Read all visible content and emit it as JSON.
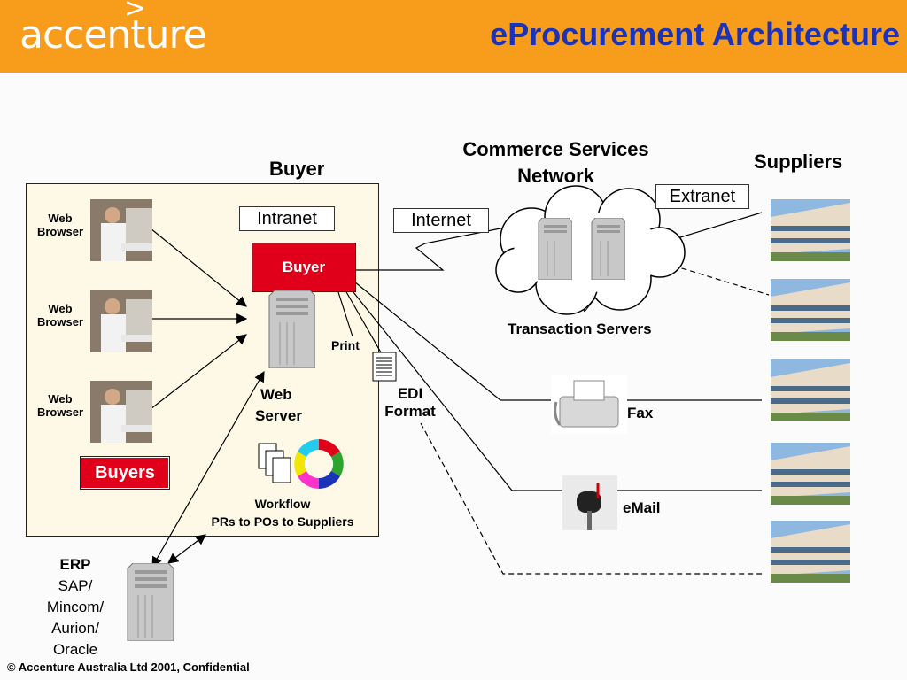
{
  "header": {
    "logo_text": "accenture",
    "logo_mark": ">",
    "title": "eProcurement Architecture"
  },
  "labels": {
    "buyer_heading": "Buyer",
    "csn_heading_line1": "Commerce Services",
    "csn_heading_line2": "Network",
    "suppliers_heading": "Suppliers",
    "intranet": "Intranet",
    "internet": "Internet",
    "extranet": "Extranet",
    "buyer_box": "Buyer",
    "buyers_box": "Buyers",
    "web_browser_line1": "Web",
    "web_browser_line2": "Browser",
    "print": "Print",
    "web_server_line1": "Web",
    "web_server_line2": "Server",
    "edi_line1": "EDI",
    "edi_line2": "Format",
    "transaction_servers": "Transaction Servers",
    "fax": "Fax",
    "email": "eMail",
    "workflow_line1": "Workflow",
    "workflow_line2": "PRs to POs to Suppliers",
    "erp_title": "ERP",
    "erp_line1": "SAP/",
    "erp_line2": "Mincom/",
    "erp_line3": "Aurion/",
    "erp_line4": "Oracle"
  },
  "footer": {
    "copyright": "© Accenture Australia Ltd 2001, Confidential"
  },
  "colors": {
    "header_orange": "#f89c1c",
    "title_blue": "#1a33b8",
    "buyer_red": "#e0001a"
  }
}
